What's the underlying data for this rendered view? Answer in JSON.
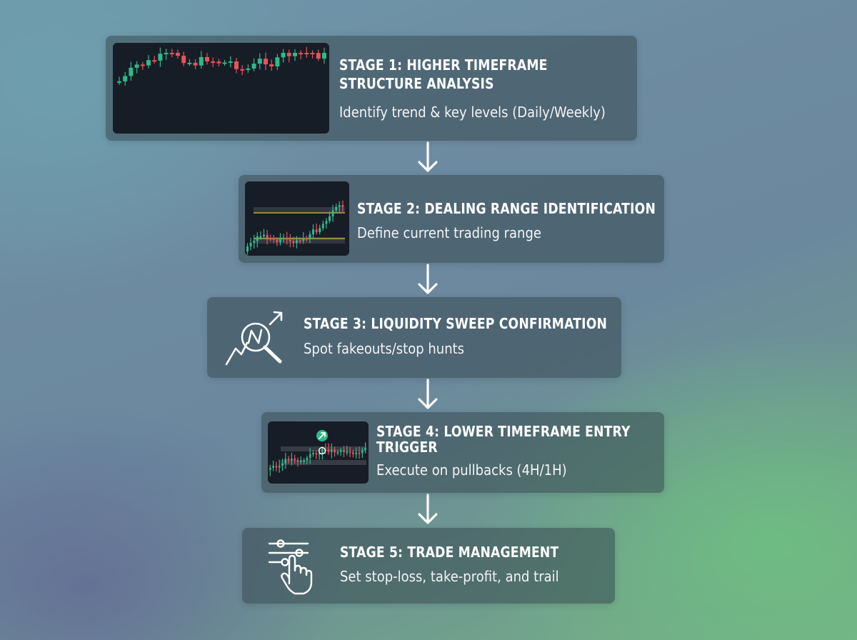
{
  "stages": [
    {
      "title": "STAGE 1: HIGHER TIMEFRAME STRUCTURE ANALYSIS",
      "subtitle": "Identify trend & key levels (Daily/Weekly)",
      "icon": "candlestick-chart-thumbnail"
    },
    {
      "title": "STAGE 2: DEALING RANGE IDENTIFICATION",
      "subtitle": "Define current trading range",
      "icon": "range-chart-thumbnail"
    },
    {
      "title": "STAGE 3: LIQUIDITY SWEEP CONFIRMATION",
      "subtitle": "Spot fakeouts/stop hunts",
      "icon": "magnifier-chart-icon"
    },
    {
      "title": "STAGE 4: LOWER TIMEFRAME ENTRY TRIGGER",
      "subtitle": "Execute on pullbacks (4H/1H)",
      "icon": "entry-chart-thumbnail"
    },
    {
      "title": "STAGE 5: TRADE MANAGEMENT",
      "subtitle": "Set stop-loss, take-profit, and trail",
      "icon": "sliders-hand-icon"
    }
  ],
  "colors": {
    "bull": "#2fb98a",
    "bear": "#e8525b",
    "range_line": "#d6b84a",
    "card_bg": "rgba(55,72,80,0.55)"
  }
}
